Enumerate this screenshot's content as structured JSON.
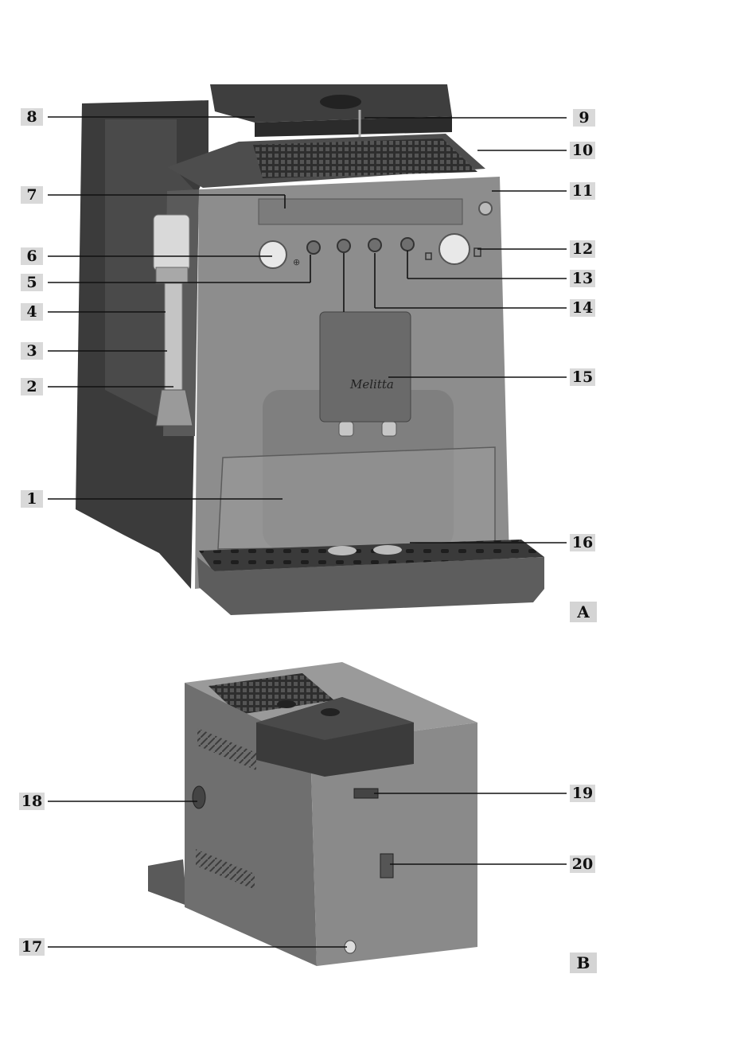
{
  "figure_a": {
    "label": "A",
    "logo_text": "Melitta",
    "callouts": [
      {
        "number": "1"
      },
      {
        "number": "2"
      },
      {
        "number": "3"
      },
      {
        "number": "4"
      },
      {
        "number": "5"
      },
      {
        "number": "6"
      },
      {
        "number": "7"
      },
      {
        "number": "8"
      },
      {
        "number": "9"
      },
      {
        "number": "10"
      },
      {
        "number": "11"
      },
      {
        "number": "12"
      },
      {
        "number": "13"
      },
      {
        "number": "14"
      },
      {
        "number": "15"
      },
      {
        "number": "16"
      }
    ]
  },
  "figure_b": {
    "label": "B",
    "callouts": [
      {
        "number": "17"
      },
      {
        "number": "18"
      },
      {
        "number": "19"
      },
      {
        "number": "20"
      }
    ]
  },
  "colors": {
    "body_dark": "#3a3a3a",
    "body_mid": "#7a7a7a",
    "front_panel": "#8c8c8c",
    "label_bg": "#d9d9d9",
    "leader_line": "#111111"
  }
}
